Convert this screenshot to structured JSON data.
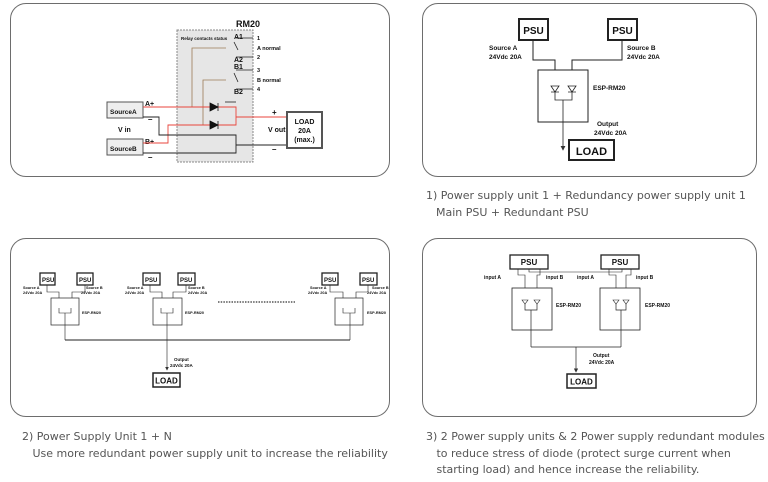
{
  "diagram_basic": {
    "module": "RM20",
    "relay_status": "Relay contacts status",
    "contacts": [
      "A1",
      "A2",
      "B1",
      "B2"
    ],
    "terminals": [
      "1",
      "2",
      "3",
      "4"
    ],
    "a_normal": "A normal",
    "b_normal": "B normal",
    "source_a": "SourceA",
    "source_b": "SourceB",
    "a_plus": "A+",
    "b_plus": "B+",
    "minus": "–",
    "plus": "+",
    "vin": "V in",
    "vout": "V out",
    "load": [
      "LOAD",
      "20A",
      "(max.)"
    ],
    "colors": {
      "positive_wire": "#e8453c",
      "relay_wire": "#9b7b55",
      "module_fill": "#e6e6e6"
    }
  },
  "diagram_1": {
    "psu": "PSU",
    "source_a": [
      "Source A",
      "24Vdc 20A"
    ],
    "source_b": [
      "Source B",
      "24Vdc 20A"
    ],
    "module": "ESP-RM20",
    "output": [
      "Output",
      "24Vdc 20A"
    ],
    "load": "LOAD",
    "caption": [
      "1) Power supply unit 1 + Redundancy power supply unit 1",
      "Main PSU + Redundant PSU"
    ]
  },
  "diagram_2": {
    "psu": "PSU",
    "source_a": [
      "Source A",
      "24Vdc 20A"
    ],
    "source_b": [
      "Source B",
      "24Vdc 20A"
    ],
    "module": "ESP-RM20",
    "output": [
      "Output",
      "24Vdc 20A"
    ],
    "load": "LOAD",
    "caption": [
      "2) Power Supply Unit 1 + N",
      "   Use more redundant power supply unit to increase the reliability"
    ]
  },
  "diagram_3": {
    "psu": "PSU",
    "input_a": "input A",
    "input_b": "input B",
    "module": "ESP-RM20",
    "output": [
      "Output",
      "24Vdc 20A"
    ],
    "load": "LOAD",
    "caption": [
      "3) 2 Power supply units & 2 Power supply redundant modules",
      "   to reduce stress of diode (protect surge current when",
      "   starting load) and hence increase the reliability."
    ]
  }
}
